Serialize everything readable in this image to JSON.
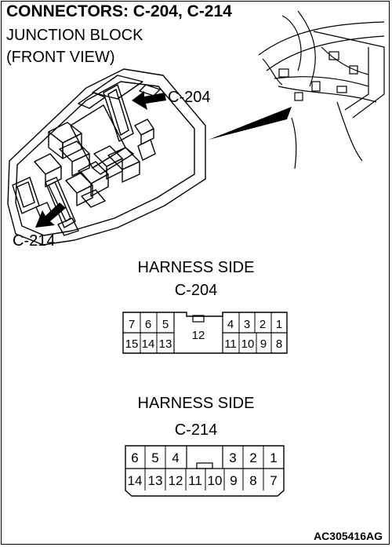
{
  "title": "CONNECTORS: C-204, C-214",
  "subtitle_line1": "JUNCTION BLOCK",
  "subtitle_line2": "(FRONT VIEW)",
  "callouts": {
    "c204": "C-204",
    "c214": "C-214"
  },
  "connector_c204": {
    "side_label": "HARNESS SIDE",
    "name": "C-204",
    "top_row": [
      "7",
      "6",
      "5",
      "4",
      "3",
      "2",
      "1"
    ],
    "bottom_row": [
      "15",
      "14",
      "13",
      "12",
      "11",
      "10",
      "9",
      "8"
    ]
  },
  "connector_c214": {
    "side_label": "HARNESS SIDE",
    "name": "C-214",
    "top_row": [
      "6",
      "5",
      "4",
      "3",
      "2",
      "1"
    ],
    "bottom_row": [
      "14",
      "13",
      "12",
      "11",
      "10",
      "9",
      "8",
      "7"
    ]
  },
  "figure_code": "AC305416AG"
}
